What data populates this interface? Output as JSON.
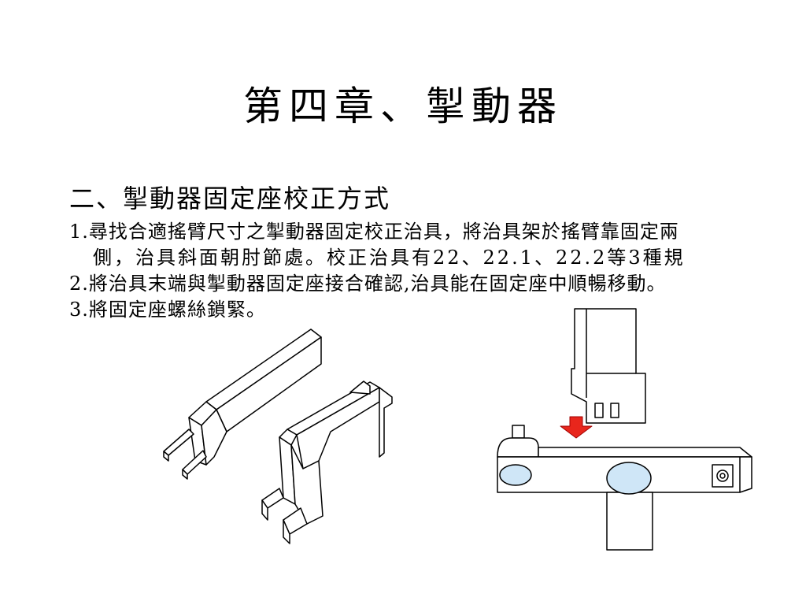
{
  "slide": {
    "title": "第四章、掣動器",
    "section_heading": "二、掣動器固定座校正方式",
    "steps": [
      {
        "line1": "1.尋找合適搖臂尺寸之掣動器固定校正治具，將治具架於搖臂靠固定兩",
        "line2": "側，治具斜面朝肘節處。校正治具有22、22.1、22.2等3種規"
      },
      {
        "line1": "2.將治具末端與掣動器固定座接合確認,治具能在固定座中順暢移動。"
      },
      {
        "line1": "3.將固定座螺絲鎖緊。"
      }
    ]
  },
  "colors": {
    "background": "#ffffff",
    "text": "#000000",
    "arrow": "#e8261c",
    "hole_fill": "#cfe6f7"
  },
  "icons": {
    "jig_drawing": "calibration-jig-drawing-icon",
    "fixture_drawing": "brake-fixture-drawing-icon",
    "assembly_drawing": "fixture-mounting-drawing-icon",
    "arrow": "down-arrow-icon"
  }
}
